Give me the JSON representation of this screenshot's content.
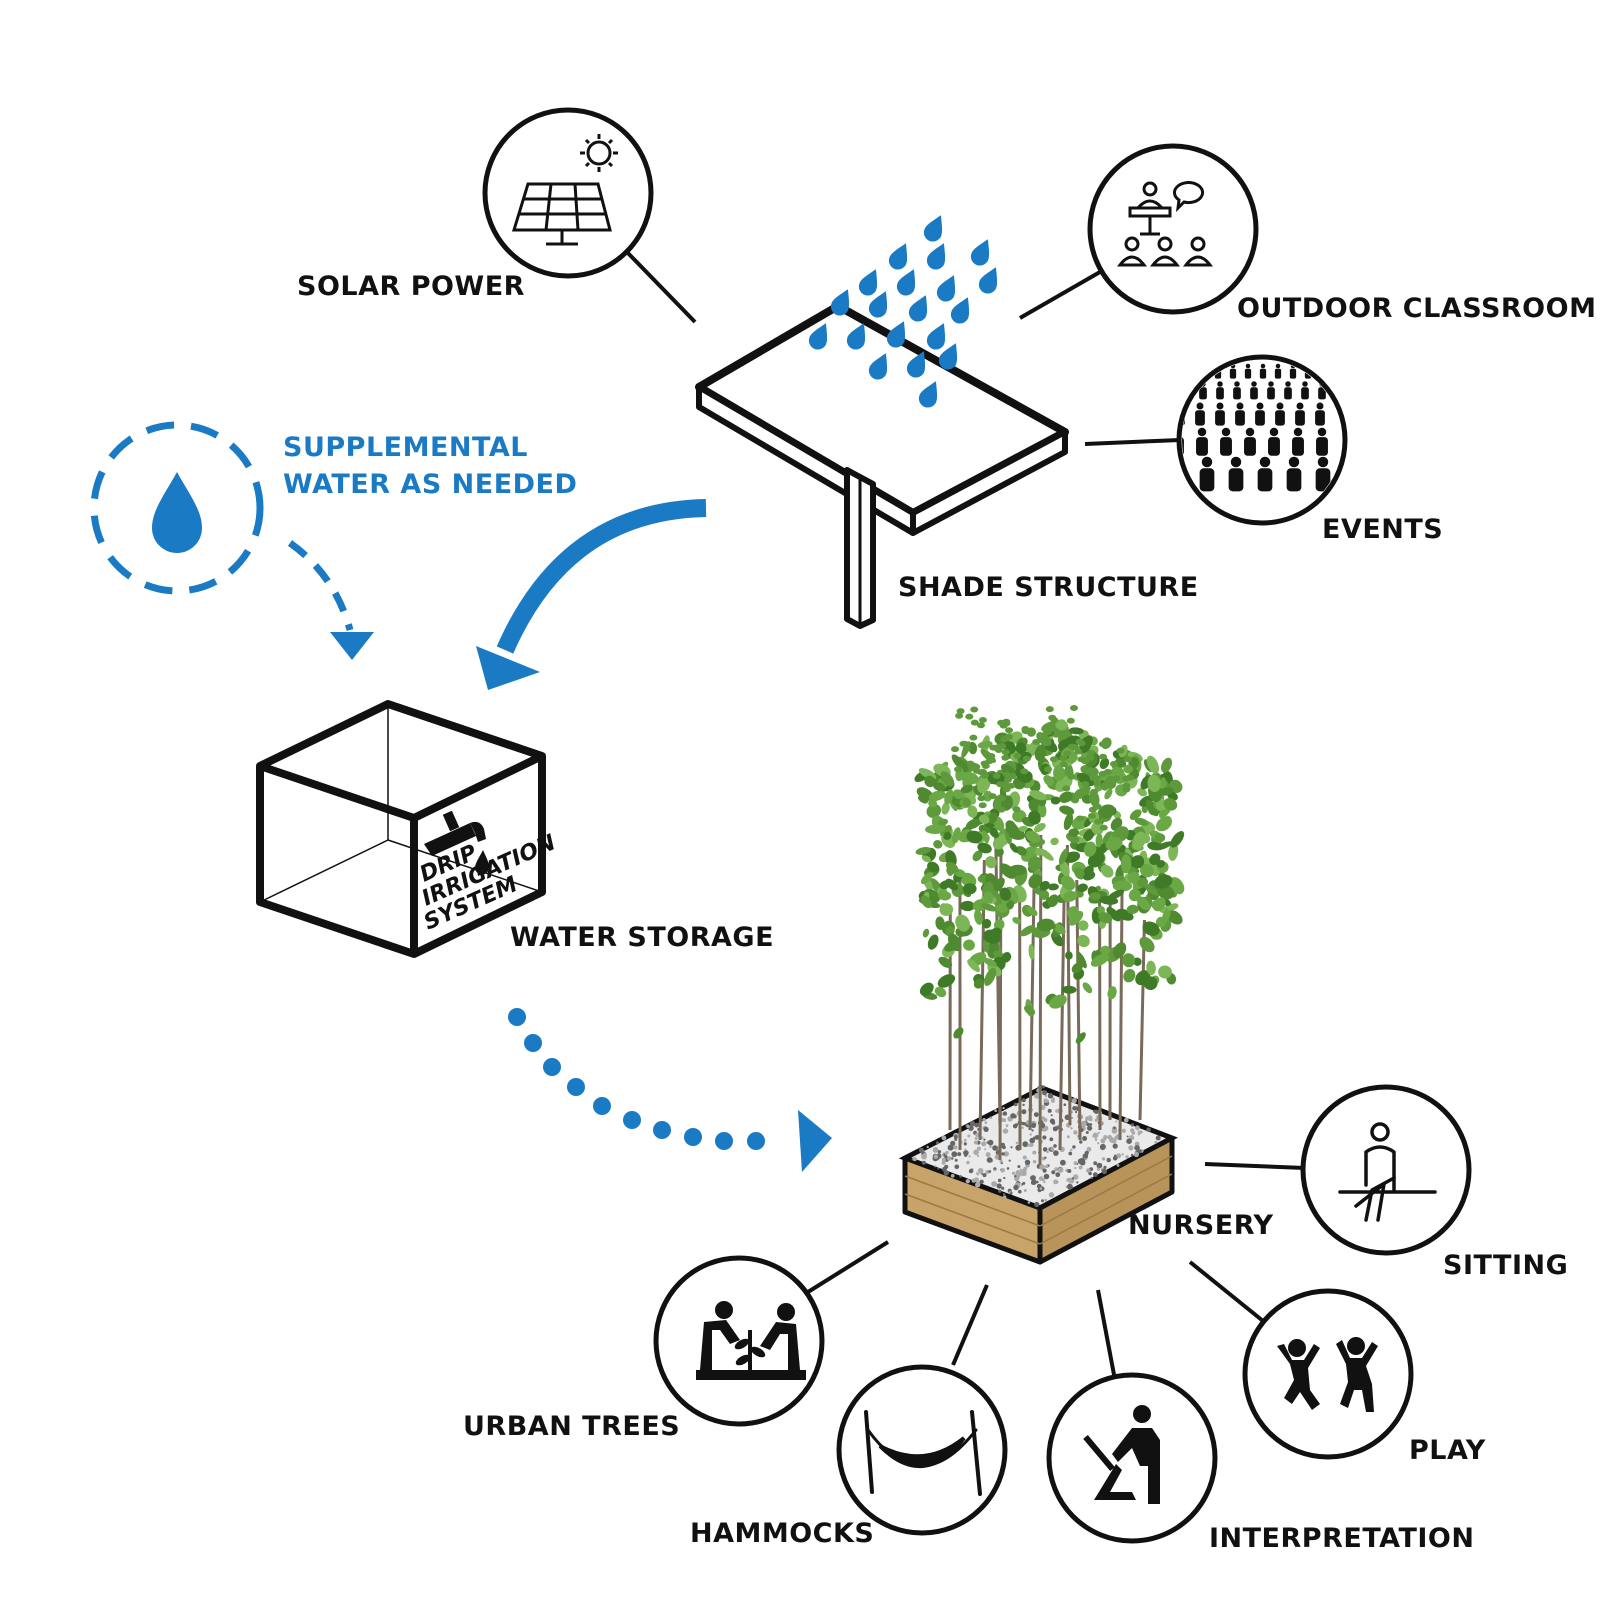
{
  "colors": {
    "ink": "#111111",
    "water_blue": "#1a7ac4",
    "wood": "#c9a46a",
    "foliage": "#5e9a3c"
  },
  "labels": {
    "solar_power": "SOLAR POWER",
    "outdoor_classroom": "OUTDOOR CLASSROOM",
    "events": "EVENTS",
    "shade_structure": "SHADE STRUCTURE",
    "supplemental_line1": "SUPPLEMENTAL",
    "supplemental_line2": "WATER AS NEEDED",
    "water_storage": "WATER STORAGE",
    "nursery": "NURSERY",
    "sitting": "SITTING",
    "urban_trees": "URBAN TREES",
    "hammocks": "HAMMOCKS",
    "interpretation": "INTERPRETATION",
    "play": "PLAY"
  },
  "tank_text": [
    "DRIP",
    "IRRIGATION",
    "SYSTEM"
  ],
  "icons": {
    "solar": "solar-panel-icon",
    "classroom": "classroom-icon",
    "events": "crowd-icon",
    "supplemental": "water-drop-icon",
    "sitting": "sitting-person-icon",
    "urban_trees": "tree-planting-icon",
    "hammocks": "hammock-icon",
    "interpretation": "interpretation-icon",
    "play": "playing-children-icon",
    "faucet": "faucet-icon"
  }
}
